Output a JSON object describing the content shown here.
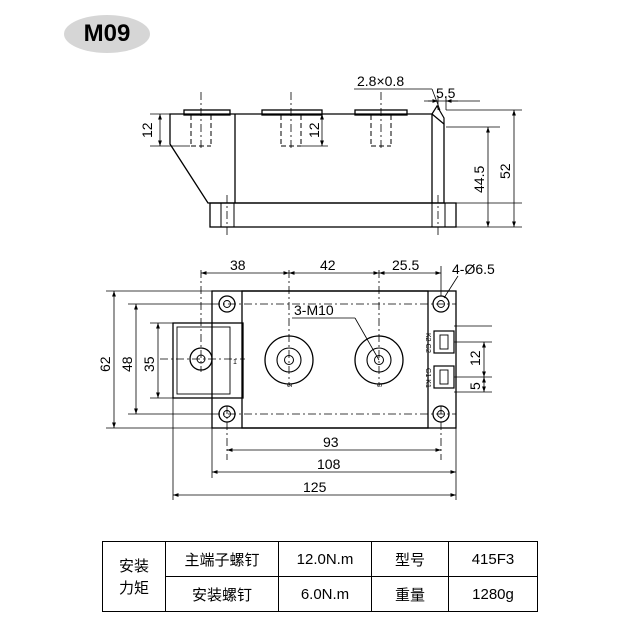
{
  "title": {
    "model": "M09"
  },
  "side_view": {
    "dims": {
      "pin": "2.8×0.8",
      "offset": "5.5",
      "stud_left": "12",
      "stud_mid": "12",
      "height_inner": "44.5",
      "height_total": "52"
    }
  },
  "top_view": {
    "dims": {
      "d38": "38",
      "d42": "42",
      "d25": "25.5",
      "holes": "4-Ø6.5",
      "threads": "3-M10",
      "w93": "93",
      "w108": "108",
      "w125": "125",
      "h62": "62",
      "h48": "48",
      "h35": "35",
      "g12": "12",
      "g5": "5"
    },
    "terminal_numbers": {
      "t1": "1",
      "t2": "2",
      "t3": "3"
    },
    "gate_labels": {
      "upper": "K2 G2",
      "lower": "G1 K1"
    }
  },
  "spec_table": {
    "torque_label": [
      "安装",
      "力矩"
    ],
    "rows": [
      {
        "label": "主端子螺钉",
        "value": "12.0N.m",
        "prop": "型号",
        "prop_value": "415F3"
      },
      {
        "label": "安装螺钉",
        "value": "6.0N.m",
        "prop": "重量",
        "prop_value": "1280g"
      }
    ]
  }
}
